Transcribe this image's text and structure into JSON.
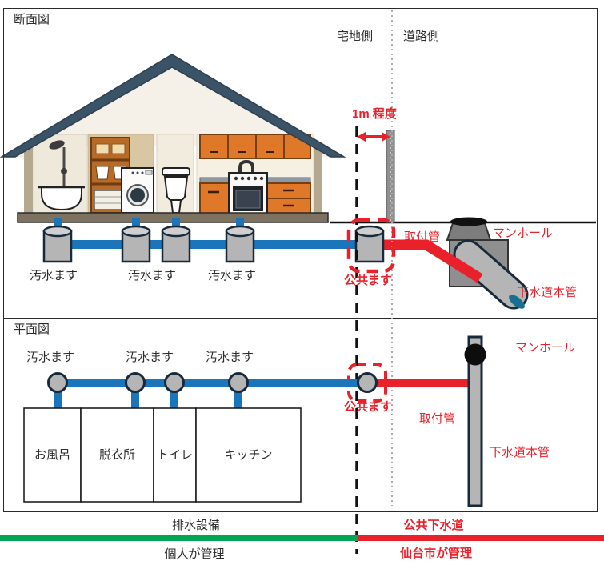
{
  "cross_section": {
    "title": "断面図",
    "side_left": "宅地側",
    "side_right": "道路側",
    "distance_label": "1m 程度",
    "pit_labels": [
      "汚水ます",
      "汚水ます",
      "汚水ます"
    ],
    "public_pit_label": "公共ます",
    "connection_pipe_label": "取付管",
    "manhole_label": "マンホール",
    "main_pipe_label": "下水道本管"
  },
  "plan_view": {
    "title": "平面図",
    "pit_labels": [
      "汚水ます",
      "汚水ます",
      "汚水ます"
    ],
    "rooms": [
      "お風呂",
      "脱衣所",
      "トイレ",
      "キッチン"
    ],
    "public_pit_label": "公共ます",
    "connection_pipe_label": "取付管",
    "manhole_label": "マンホール",
    "main_pipe_label": "下水道本管"
  },
  "legend": {
    "private_system": "排水設備",
    "public_system": "公共下水道",
    "private_manager": "個人が管理",
    "public_manager": "仙台市が管理"
  },
  "colors": {
    "drain_pipe_blue": "#1b75bb",
    "public_red": "#e8212b",
    "private_green": "#00a651",
    "pit_gray": "#b5b5b5",
    "outline_navy": "#17293a",
    "roof_slate": "#3b5367"
  }
}
